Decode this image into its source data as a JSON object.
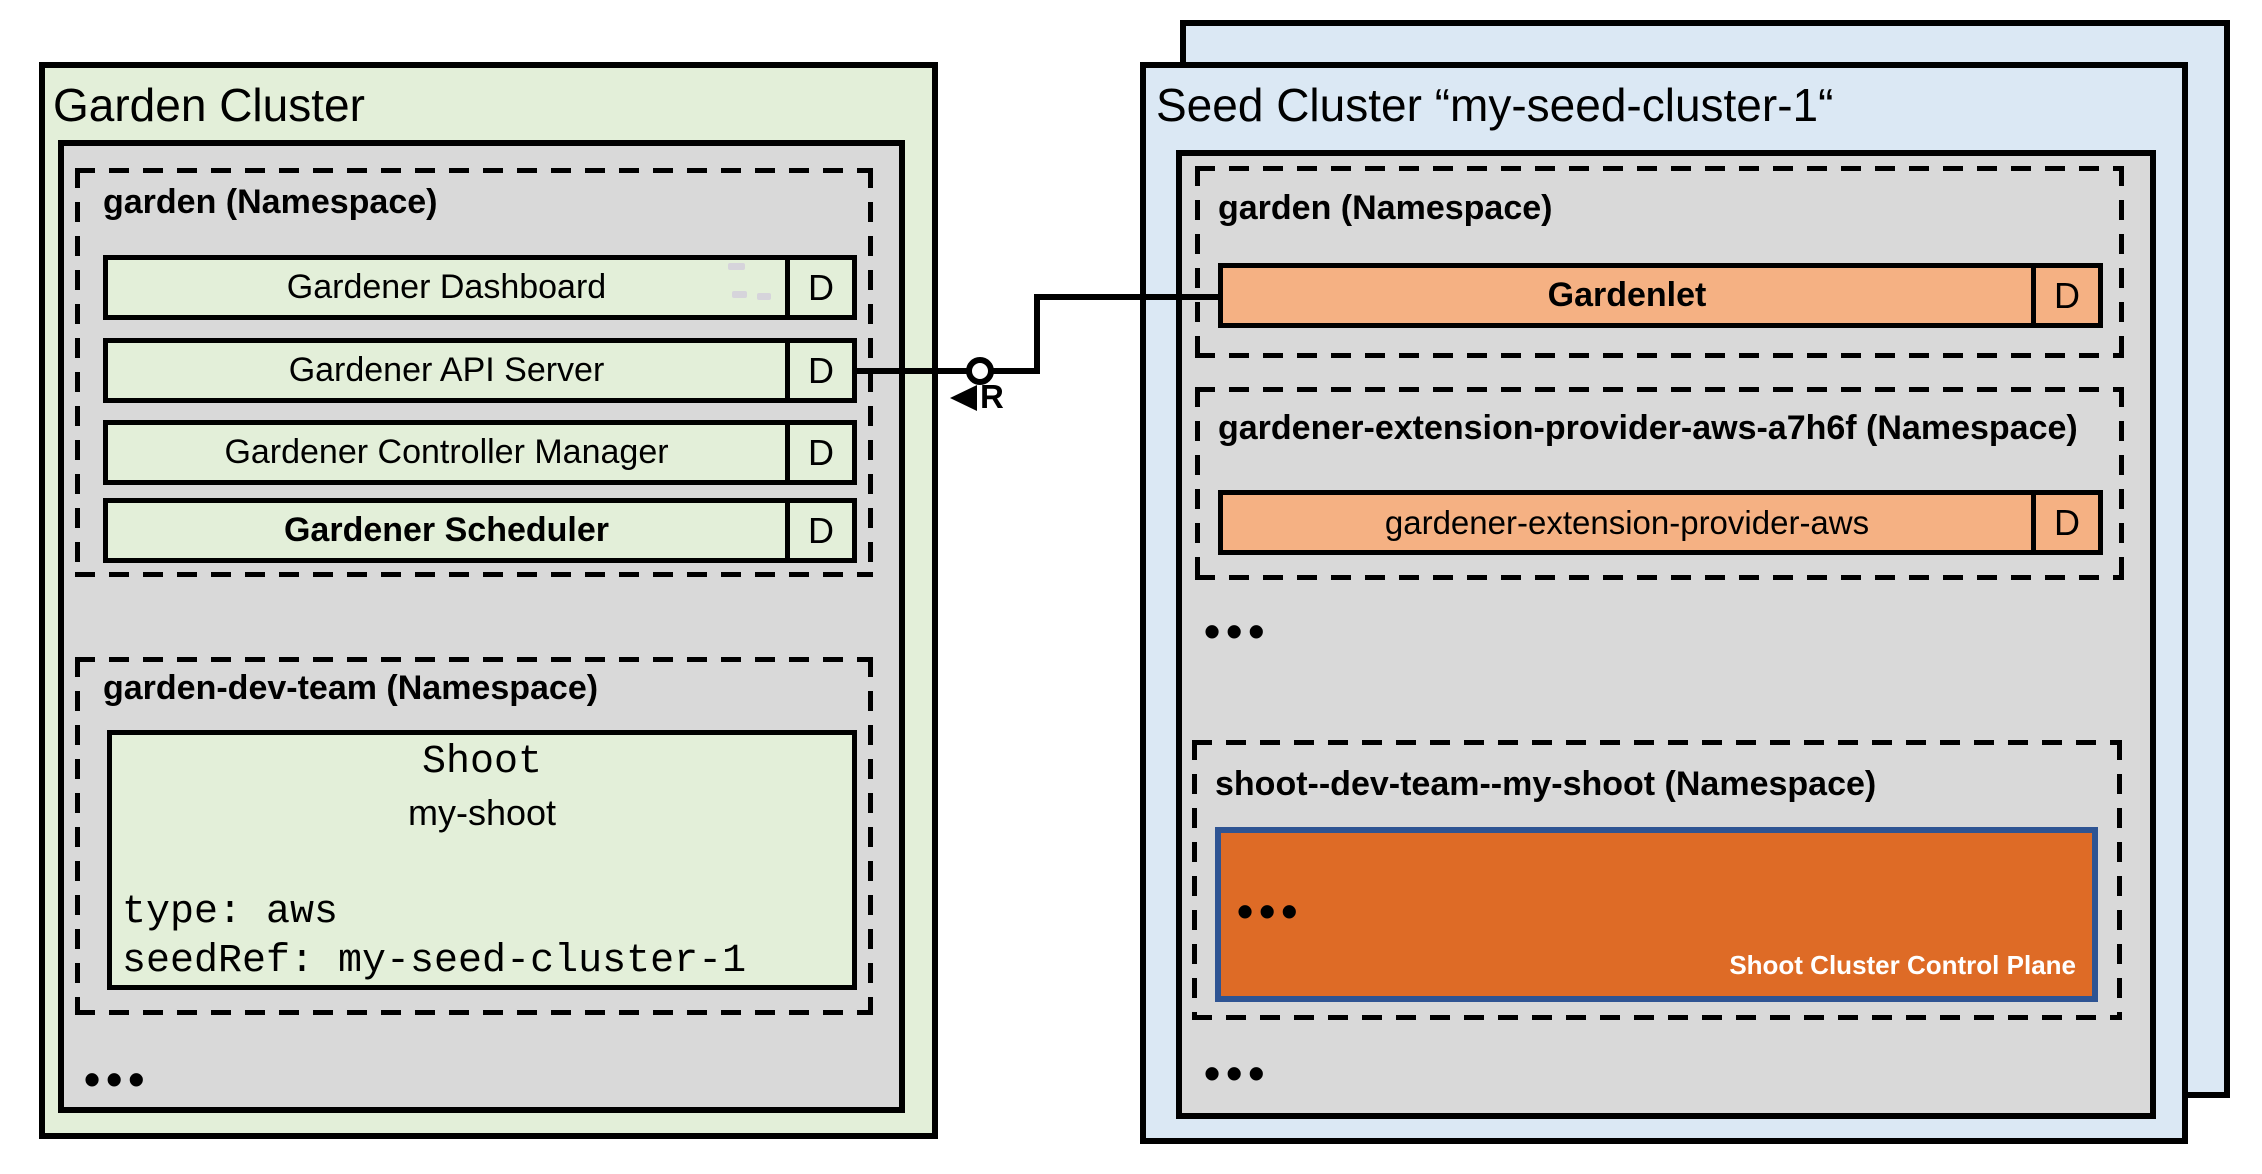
{
  "colors": {
    "garden_cluster_bg": "#e3efd9",
    "namespace_panel_bg": "#d9d9d9",
    "seed_cluster_bg": "#dbe8f4",
    "workload_green": "#e3efd9",
    "workload_orange": "#f5b183",
    "control_plane_fill": "#de6b26",
    "control_plane_border": "#2e5493",
    "line_color": "#000000"
  },
  "garden_cluster": {
    "title": "Garden Cluster",
    "garden_namespace": {
      "label": "garden (Namespace)",
      "workloads": [
        {
          "name": "Gardener Dashboard",
          "badge": "D"
        },
        {
          "name": "Gardener API Server",
          "badge": "D"
        },
        {
          "name": "Gardener Controller Manager",
          "badge": "D"
        },
        {
          "name": "Gardener Scheduler",
          "badge": "D"
        }
      ]
    },
    "dev_namespace": {
      "label": "garden-dev-team (Namespace)",
      "shoot_resource": {
        "kind": "Shoot",
        "name": "my-shoot",
        "spec": [
          "type: aws",
          "seedRef: my-seed-cluster-1"
        ]
      }
    },
    "more_indicator": "•••"
  },
  "connector": {
    "interface_label": "R"
  },
  "seed_cluster": {
    "title": "Seed Cluster “my-seed-cluster-1“",
    "garden_namespace": {
      "label": "garden (Namespace)",
      "workloads": [
        {
          "name": "Gardenlet",
          "badge": "D"
        }
      ]
    },
    "extension_namespace": {
      "label": "gardener-extension-provider-aws-a7h6f (Namespace)",
      "workloads": [
        {
          "name": "gardener-extension-provider-aws",
          "badge": "D"
        }
      ]
    },
    "more_indicator_top": "•••",
    "shoot_namespace": {
      "label": "shoot--dev-team--my-shoot (Namespace)",
      "control_plane": {
        "more_indicator": "•••",
        "label": "Shoot Cluster Control Plane"
      }
    },
    "more_indicator_bottom": "•••"
  }
}
